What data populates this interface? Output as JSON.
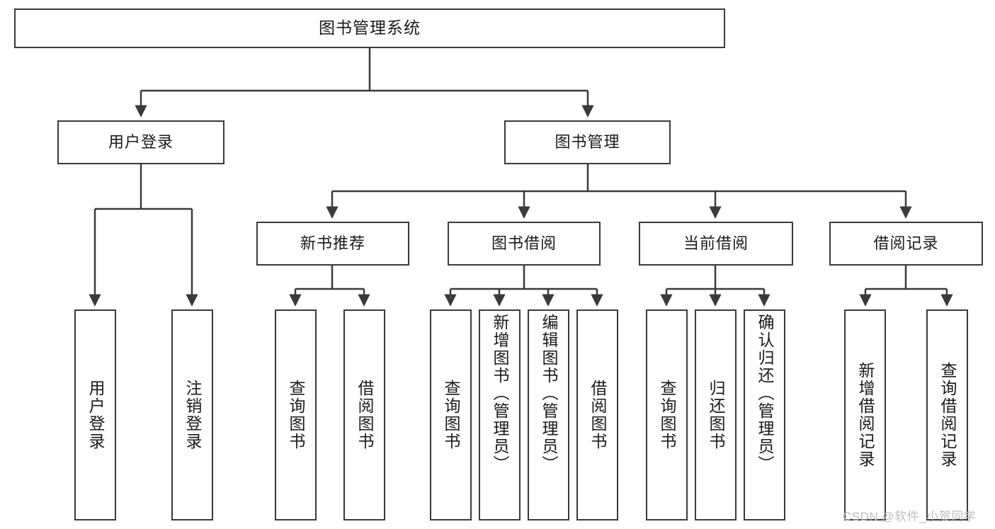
{
  "diagram": {
    "title_text": "图书管理系统",
    "root": {
      "label": "图书管理系统"
    },
    "level2": [
      {
        "label": "用户登录"
      },
      {
        "label": "图书管理"
      }
    ],
    "level3": [
      {
        "label": "新书推荐"
      },
      {
        "label": "图书借阅"
      },
      {
        "label": "当前借阅"
      },
      {
        "label": "借阅记录"
      }
    ],
    "leaves": {
      "user_login": [
        {
          "label": "用户登录"
        },
        {
          "label": "注销登录"
        }
      ],
      "new_book_recommend": [
        {
          "label": "查询图书"
        },
        {
          "label": "借阅图书"
        }
      ],
      "book_borrow": [
        {
          "label": "查询图书"
        },
        {
          "label": "新增图书（管理员）"
        },
        {
          "label": "编辑图书（管理员）"
        },
        {
          "label": "借阅图书"
        }
      ],
      "current_borrow": [
        {
          "label": "查询图书"
        },
        {
          "label": "归还图书"
        },
        {
          "label": "确认归还（管理员）"
        }
      ],
      "borrow_record": [
        {
          "label": "新增借阅记录"
        },
        {
          "label": "查询借阅记录"
        }
      ]
    }
  },
  "watermark": {
    "text": "CSDN @软件_小贺同学"
  },
  "colors": {
    "border": "#3a3a3a",
    "text": "#1a1a1a",
    "background": "#ffffff",
    "watermark": "#bdbdbd"
  }
}
